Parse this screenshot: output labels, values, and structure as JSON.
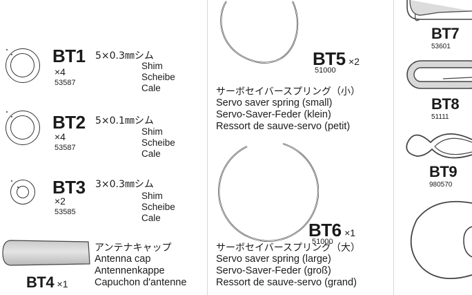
{
  "parts": {
    "bt1": {
      "code": "BT1",
      "qty": "×4",
      "number": "53587",
      "jp": "5×0.3㎜シム",
      "names": [
        "Shim",
        "Scheibe",
        "Cale"
      ]
    },
    "bt2": {
      "code": "BT2",
      "qty": "×4",
      "number": "53587",
      "jp": "5×0.1㎜シム",
      "names": [
        "Shim",
        "Scheibe",
        "Cale"
      ]
    },
    "bt3": {
      "code": "BT3",
      "qty": "×2",
      "number": "53585",
      "jp": "3×0.3㎜シム",
      "names": [
        "Shim",
        "Scheibe",
        "Cale"
      ]
    },
    "bt4": {
      "code": "BT4",
      "qty": "×1",
      "jp": "アンテナキャップ",
      "names": [
        "Antenna cap",
        "Antennenkappe",
        "Capuchon d'antenne"
      ]
    },
    "bt5": {
      "code": "BT5",
      "qty": "×2",
      "number": "51000",
      "jp": "サーボセイバースプリング（小）",
      "names": [
        "Servo saver spring (small)",
        "Servo-Saver-Feder (klein)",
        "Ressort de sauve-servo (petit)"
      ]
    },
    "bt6": {
      "code": "BT6",
      "qty": "×1",
      "number": "51000",
      "jp": "サーボセイバースプリング（大）",
      "names": [
        "Servo saver spring (large)",
        "Servo-Saver-Feder (groß)",
        "Ressort de sauve-servo (grand)"
      ]
    },
    "bt7": {
      "code": "BT7",
      "number": "53601"
    },
    "bt8": {
      "code": "BT8",
      "number": "51111"
    },
    "bt9": {
      "code": "BT9",
      "number": "980570"
    }
  }
}
